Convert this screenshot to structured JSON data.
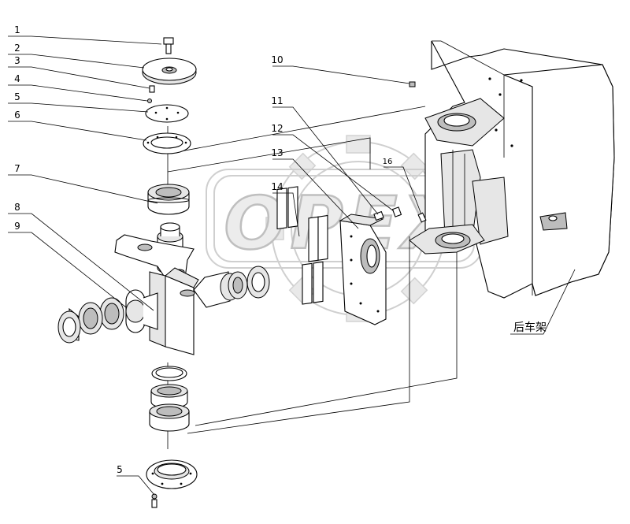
{
  "callouts": [
    {
      "label": "1"
    },
    {
      "label": "2"
    },
    {
      "label": "3"
    },
    {
      "label": "4"
    },
    {
      "label": "5"
    },
    {
      "label": "6"
    },
    {
      "label": "7"
    },
    {
      "label": "8"
    },
    {
      "label": "9"
    },
    {
      "label": "10"
    },
    {
      "label": "11"
    },
    {
      "label": "12"
    },
    {
      "label": "13"
    },
    {
      "label": "14"
    },
    {
      "label": "16"
    },
    {
      "label": "5"
    }
  ],
  "frame_label": "后车架",
  "watermark": "OPEX"
}
